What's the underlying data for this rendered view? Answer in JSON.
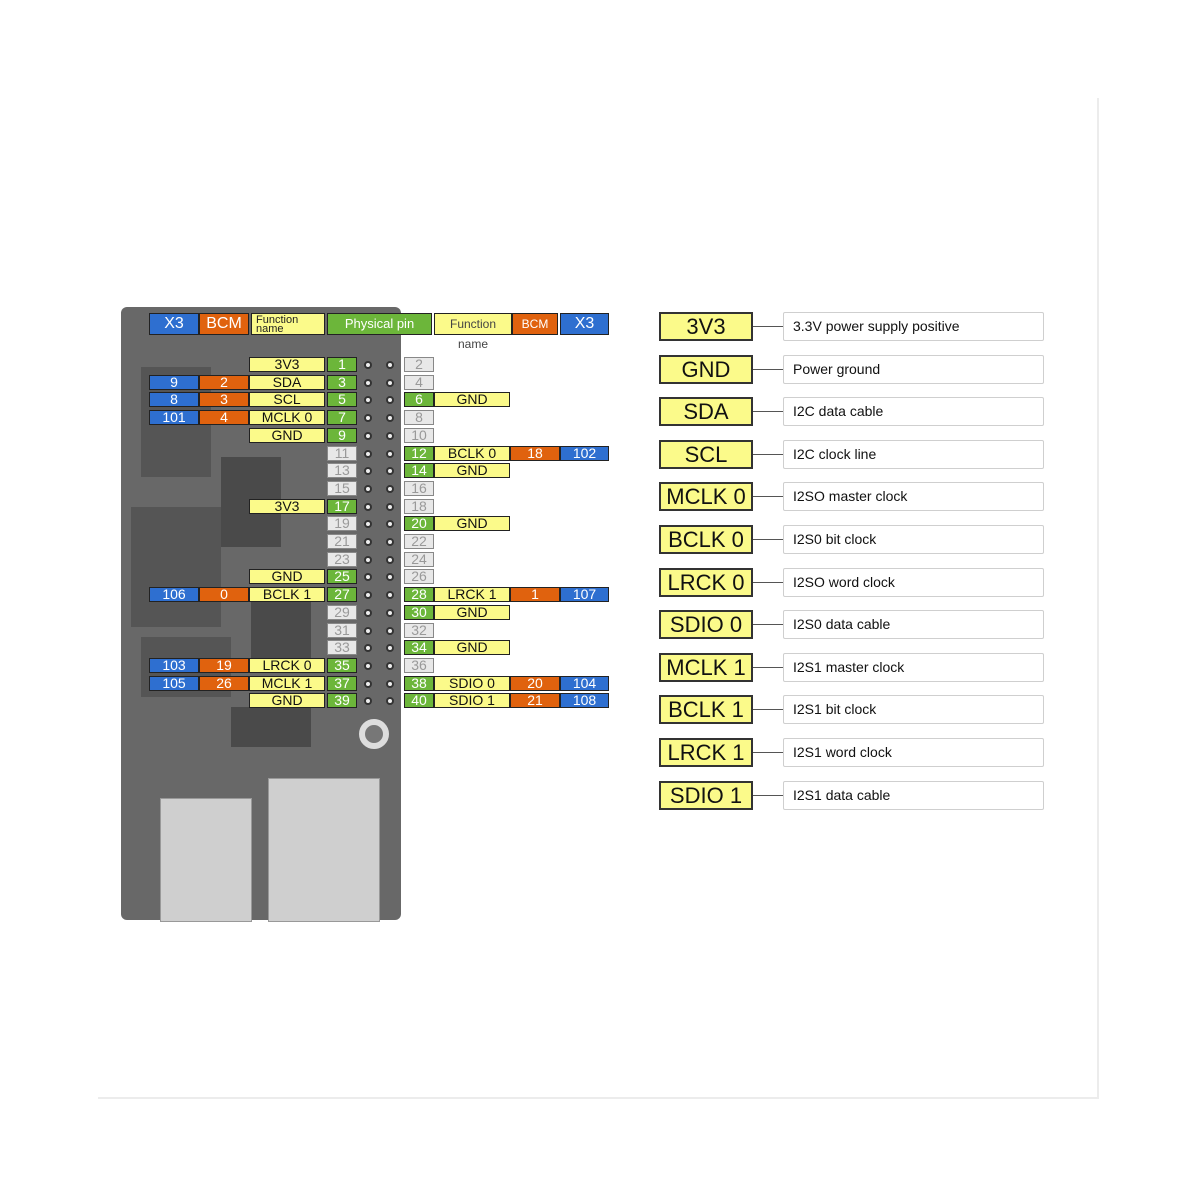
{
  "header": {
    "x3_left": "X3",
    "bcm_left": "BCM",
    "function_left": "Function name",
    "physical": "Physical pin",
    "function_right": "Function name",
    "bcm_right": "BCM",
    "x3_right": "X3"
  },
  "pins_left": [
    {
      "pin": "1",
      "func": "3V3",
      "bcm": "",
      "x3": "",
      "active": true
    },
    {
      "pin": "3",
      "func": "SDA",
      "bcm": "2",
      "x3": "9",
      "active": true
    },
    {
      "pin": "5",
      "func": "SCL",
      "bcm": "3",
      "x3": "8",
      "active": true
    },
    {
      "pin": "7",
      "func": "MCLK 0",
      "bcm": "4",
      "x3": "101",
      "active": true
    },
    {
      "pin": "9",
      "func": "GND",
      "bcm": "",
      "x3": "",
      "active": true
    },
    {
      "pin": "11",
      "func": "",
      "bcm": "",
      "x3": "",
      "active": false
    },
    {
      "pin": "13",
      "func": "",
      "bcm": "",
      "x3": "",
      "active": false
    },
    {
      "pin": "15",
      "func": "",
      "bcm": "",
      "x3": "",
      "active": false
    },
    {
      "pin": "17",
      "func": "3V3",
      "bcm": "",
      "x3": "",
      "active": true
    },
    {
      "pin": "19",
      "func": "",
      "bcm": "",
      "x3": "",
      "active": false
    },
    {
      "pin": "21",
      "func": "",
      "bcm": "",
      "x3": "",
      "active": false
    },
    {
      "pin": "23",
      "func": "",
      "bcm": "",
      "x3": "",
      "active": false
    },
    {
      "pin": "25",
      "func": "GND",
      "bcm": "",
      "x3": "",
      "active": true
    },
    {
      "pin": "27",
      "func": "BCLK 1",
      "bcm": "0",
      "x3": "106",
      "active": true
    },
    {
      "pin": "29",
      "func": "",
      "bcm": "",
      "x3": "",
      "active": false
    },
    {
      "pin": "31",
      "func": "",
      "bcm": "",
      "x3": "",
      "active": false
    },
    {
      "pin": "33",
      "func": "",
      "bcm": "",
      "x3": "",
      "active": false
    },
    {
      "pin": "35",
      "func": "LRCK 0",
      "bcm": "19",
      "x3": "103",
      "active": true
    },
    {
      "pin": "37",
      "func": "MCLK 1",
      "bcm": "26",
      "x3": "105",
      "active": true
    },
    {
      "pin": "39",
      "func": "GND",
      "bcm": "",
      "x3": "",
      "active": true
    }
  ],
  "pins_right": [
    {
      "pin": "2",
      "func": "",
      "bcm": "",
      "x3": "",
      "active": false
    },
    {
      "pin": "4",
      "func": "",
      "bcm": "",
      "x3": "",
      "active": false
    },
    {
      "pin": "6",
      "func": "GND",
      "bcm": "",
      "x3": "",
      "active": true
    },
    {
      "pin": "8",
      "func": "",
      "bcm": "",
      "x3": "",
      "active": false
    },
    {
      "pin": "10",
      "func": "",
      "bcm": "",
      "x3": "",
      "active": false
    },
    {
      "pin": "12",
      "func": "BCLK 0",
      "bcm": "18",
      "x3": "102",
      "active": true
    },
    {
      "pin": "14",
      "func": "GND",
      "bcm": "",
      "x3": "",
      "active": true
    },
    {
      "pin": "16",
      "func": "",
      "bcm": "",
      "x3": "",
      "active": false
    },
    {
      "pin": "18",
      "func": "",
      "bcm": "",
      "x3": "",
      "active": false
    },
    {
      "pin": "20",
      "func": "GND",
      "bcm": "",
      "x3": "",
      "active": true
    },
    {
      "pin": "22",
      "func": "",
      "bcm": "",
      "x3": "",
      "active": false
    },
    {
      "pin": "24",
      "func": "",
      "bcm": "",
      "x3": "",
      "active": false
    },
    {
      "pin": "26",
      "func": "",
      "bcm": "",
      "x3": "",
      "active": false
    },
    {
      "pin": "28",
      "func": "LRCK 1",
      "bcm": "1",
      "x3": "107",
      "active": true
    },
    {
      "pin": "30",
      "func": "GND",
      "bcm": "",
      "x3": "",
      "active": true
    },
    {
      "pin": "32",
      "func": "",
      "bcm": "",
      "x3": "",
      "active": false
    },
    {
      "pin": "34",
      "func": "GND",
      "bcm": "",
      "x3": "",
      "active": true
    },
    {
      "pin": "36",
      "func": "",
      "bcm": "",
      "x3": "",
      "active": false
    },
    {
      "pin": "38",
      "func": "SDIO 0",
      "bcm": "20",
      "x3": "104",
      "active": true
    },
    {
      "pin": "40",
      "func": "SDIO 1",
      "bcm": "21",
      "x3": "108",
      "active": true
    }
  ],
  "legend": [
    {
      "key": "3V3",
      "desc": "3.3V power supply positive"
    },
    {
      "key": "GND",
      "desc": "Power ground"
    },
    {
      "key": "SDA",
      "desc": "I2C data cable"
    },
    {
      "key": "SCL",
      "desc": "I2C clock line"
    },
    {
      "key": "MCLK 0",
      "desc": "I2SO master clock"
    },
    {
      "key": "BCLK 0",
      "desc": "I2S0 bit clock"
    },
    {
      "key": "LRCK 0",
      "desc": "I2SO word clock"
    },
    {
      "key": "SDIO 0",
      "desc": "I2S0 data cable"
    },
    {
      "key": "MCLK 1",
      "desc": "I2S1 master clock"
    },
    {
      "key": "BCLK 1",
      "desc": "I2S1 bit clock"
    },
    {
      "key": "LRCK 1",
      "desc": "I2S1 word clock"
    },
    {
      "key": "SDIO 1",
      "desc": "I2S1 data cable"
    }
  ],
  "colors": {
    "x3": "#2e6fd0",
    "bcm": "#e0620e",
    "function": "#fbfa8a",
    "physical": "#6cb63a",
    "unused": "#e8e8e8"
  }
}
